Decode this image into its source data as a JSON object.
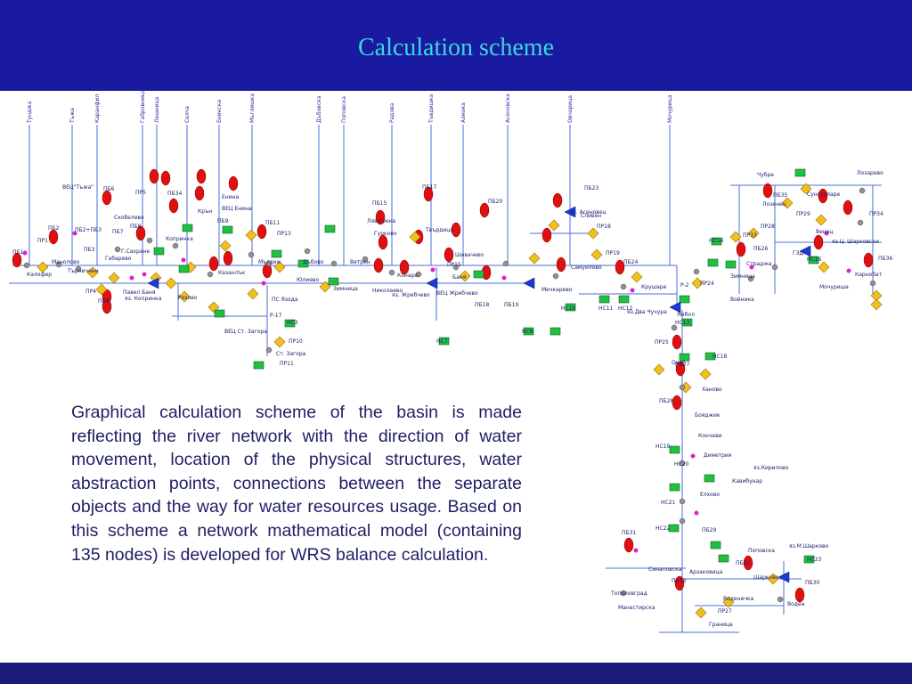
{
  "header": {
    "title": "Calculation scheme"
  },
  "description": "Graphical calculation scheme of the basin is made reflecting the river network with the direction of water movement, location of the physical structures, water abstraction points, connections between the separate objects and the way for water resources usage. Based on this scheme a network mathematical model (containing 135 nodes) is developed for WRS balance calculation.",
  "colors": {
    "header_bg": "#1a1aa0",
    "title": "#38d8e0",
    "river": "#4a6fd8",
    "reservoir": "#e01010",
    "abstraction": "#f0c020",
    "pump": "#20c040",
    "node": "#909090"
  },
  "diagram": {
    "tributaries": [
      {
        "label": "Тунджа"
      },
      {
        "label": "Тъжа"
      },
      {
        "label": "Каранфил"
      },
      {
        "label": "Габровница"
      },
      {
        "label": "Лешница"
      },
      {
        "label": "Селча"
      },
      {
        "label": "Енинска"
      },
      {
        "label": "Мъглишка"
      },
      {
        "label": "Дъбовска"
      },
      {
        "label": "Поповска"
      },
      {
        "label": "Радова"
      },
      {
        "label": "Тъвдишка"
      },
      {
        "label": "Азмака"
      },
      {
        "label": "Асеновска"
      },
      {
        "label": "Овчарица"
      },
      {
        "label": "Мочурица"
      }
    ],
    "labels": [
      {
        "text": "ПБ1"
      },
      {
        "text": "ПР1"
      },
      {
        "text": "ПБ2"
      },
      {
        "text": "Манолово"
      },
      {
        "text": "Калофер"
      },
      {
        "text": "ВЕЦ\"Тъжа\""
      },
      {
        "text": "ПБ2+ПБ3"
      },
      {
        "text": "Търничени"
      },
      {
        "text": "ПБ3"
      },
      {
        "text": "ПБ6"
      },
      {
        "text": "Скобелево"
      },
      {
        "text": "ПБ7"
      },
      {
        "text": "Габарево"
      },
      {
        "text": "ПР4"
      },
      {
        "text": "ПБ4"
      },
      {
        "text": "Г.Сахране"
      },
      {
        "text": "ПБ8"
      },
      {
        "text": "ПБ34"
      },
      {
        "text": "ПР5"
      },
      {
        "text": "Копринка"
      },
      {
        "text": "Павел Баня"
      },
      {
        "text": "яз. Копринка"
      },
      {
        "text": "Енина"
      },
      {
        "text": "ВЕЦ Енина"
      },
      {
        "text": "Крън"
      },
      {
        "text": "ПБ9"
      },
      {
        "text": "Казанлък"
      },
      {
        "text": "Розово"
      },
      {
        "text": "Мъглиж"
      },
      {
        "text": "ПБ11"
      },
      {
        "text": "ПР13"
      },
      {
        "text": "Дъбово"
      },
      {
        "text": "Юлиево"
      },
      {
        "text": "Зимница"
      },
      {
        "text": "ПС Язода"
      },
      {
        "text": "Р-17"
      },
      {
        "text": "ВЕЦ Ст. Загора"
      },
      {
        "text": "НС3"
      },
      {
        "text": "Ст. Загора"
      },
      {
        "text": "ПР10"
      },
      {
        "text": "ПР11"
      },
      {
        "text": "Ветрен"
      },
      {
        "text": "Николаево"
      },
      {
        "text": "Гурково"
      },
      {
        "text": "Лява река"
      },
      {
        "text": "Конаре"
      },
      {
        "text": "яз. Жребчево"
      },
      {
        "text": "ВЕЦ Жребчево"
      },
      {
        "text": "Твърдица"
      },
      {
        "text": "ПБ15"
      },
      {
        "text": "ПБ17"
      },
      {
        "text": "ПР15"
      },
      {
        "text": "Шивачево"
      },
      {
        "text": "ПБ20"
      },
      {
        "text": "ПБ18"
      },
      {
        "text": "ПБ19"
      },
      {
        "text": "Баня"
      },
      {
        "text": "Мечкарево"
      },
      {
        "text": "Сливен"
      },
      {
        "text": "яз. Асеновец"
      },
      {
        "text": "ПБ23"
      },
      {
        "text": "ПР18"
      },
      {
        "text": "ПР19"
      },
      {
        "text": "Самуилово"
      },
      {
        "text": "ПБ24"
      },
      {
        "text": "Крушаре"
      },
      {
        "text": "Р-2"
      },
      {
        "text": "ПР24"
      },
      {
        "text": "Ямбол"
      },
      {
        "text": "яз.Два Чучура"
      },
      {
        "text": "НС14"
      },
      {
        "text": "Страджа"
      },
      {
        "text": "Зимница"
      },
      {
        "text": "Войника"
      },
      {
        "text": "Чубра"
      },
      {
        "text": "Сунгурларе"
      },
      {
        "text": "Лозарево"
      },
      {
        "text": "Лозенец"
      },
      {
        "text": "ПБ35"
      },
      {
        "text": "ПР28"
      },
      {
        "text": "ПР29"
      },
      {
        "text": "Венец"
      },
      {
        "text": "ПР34"
      },
      {
        "text": "яз.Ц. Шарковски"
      },
      {
        "text": "ГЗД"
      },
      {
        "text": "НС16"
      },
      {
        "text": "ПБ36"
      },
      {
        "text": "Карнобат"
      },
      {
        "text": "Мочуриша"
      },
      {
        "text": "ПР33"
      },
      {
        "text": "ПБ26"
      },
      {
        "text": "ПР25"
      },
      {
        "text": "Окоп"
      },
      {
        "text": "ПБ27"
      },
      {
        "text": "Ханово"
      },
      {
        "text": "ПБ28"
      },
      {
        "text": "Бояджик"
      },
      {
        "text": "Кончеви"
      },
      {
        "text": "НС19"
      },
      {
        "text": "Деметрия"
      },
      {
        "text": "НС20"
      },
      {
        "text": "яз.Кирилово"
      },
      {
        "text": "Кавибунар"
      },
      {
        "text": "Елхово"
      },
      {
        "text": "НС21"
      },
      {
        "text": "НС22"
      },
      {
        "text": "ПБ29"
      },
      {
        "text": "ПБ31"
      },
      {
        "text": "Синаповска"
      },
      {
        "text": "Тополовград"
      },
      {
        "text": "ПБ33"
      },
      {
        "text": "Манастирска"
      },
      {
        "text": "Арзаковица"
      },
      {
        "text": "Воденичка"
      },
      {
        "text": "ПР27"
      },
      {
        "text": "Граница"
      },
      {
        "text": "Поповска"
      },
      {
        "text": "яз.М.Шарково"
      },
      {
        "text": "НС23"
      },
      {
        "text": "ПБ32"
      },
      {
        "text": "Шарково"
      },
      {
        "text": "ПБ30"
      },
      {
        "text": "Воден"
      },
      {
        "text": "НС7"
      },
      {
        "text": "НС9"
      },
      {
        "text": "НС10"
      },
      {
        "text": "НС11"
      },
      {
        "text": "НС12"
      },
      {
        "text": "НС13"
      },
      {
        "text": "НС18"
      }
    ]
  }
}
